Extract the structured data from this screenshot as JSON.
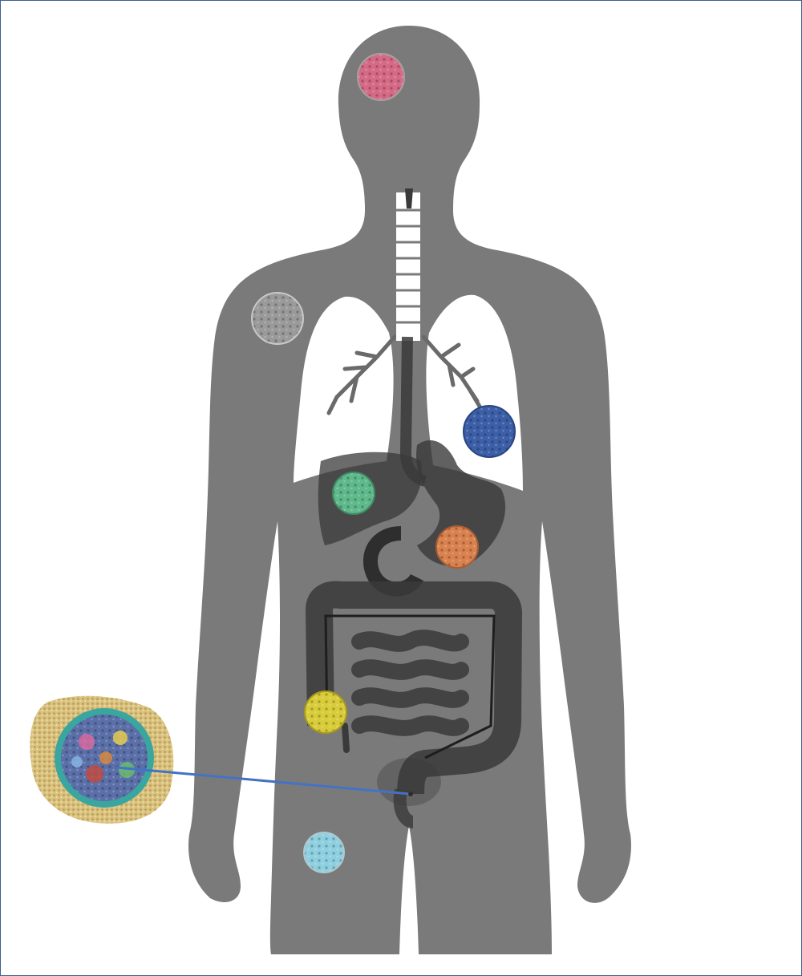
{
  "figure": {
    "type": "human-body-microbiome-illustration",
    "body_color": "#7a7a7a",
    "organ_shade_color": "#3a3a3a",
    "lung_color": "#ffffff",
    "connector_color": "#4472c4",
    "frame_color": "#3f5f8f"
  },
  "microbe_sites": [
    {
      "site": "brain",
      "color": "#d56a86",
      "icon": "microbe-cluster-icon"
    },
    {
      "site": "skin",
      "color": "#9a9a9a",
      "icon": "microbe-cluster-icon"
    },
    {
      "site": "lung",
      "color": "#3c5fa8",
      "icon": "microbe-cluster-icon"
    },
    {
      "site": "liver",
      "color": "#5fb98a",
      "icon": "microbe-cluster-icon"
    },
    {
      "site": "stomach",
      "color": "#d9824f",
      "icon": "microbe-cluster-icon"
    },
    {
      "site": "colon",
      "color": "#d8cc3a",
      "icon": "microbe-cluster-icon"
    },
    {
      "site": "leg",
      "color": "#8fd0e0",
      "icon": "microbe-cluster-icon"
    }
  ],
  "magnified_view": {
    "subject": "gut-microbiota",
    "outer_color": "#d9c17f",
    "ring_color": "#3aa6a0"
  }
}
